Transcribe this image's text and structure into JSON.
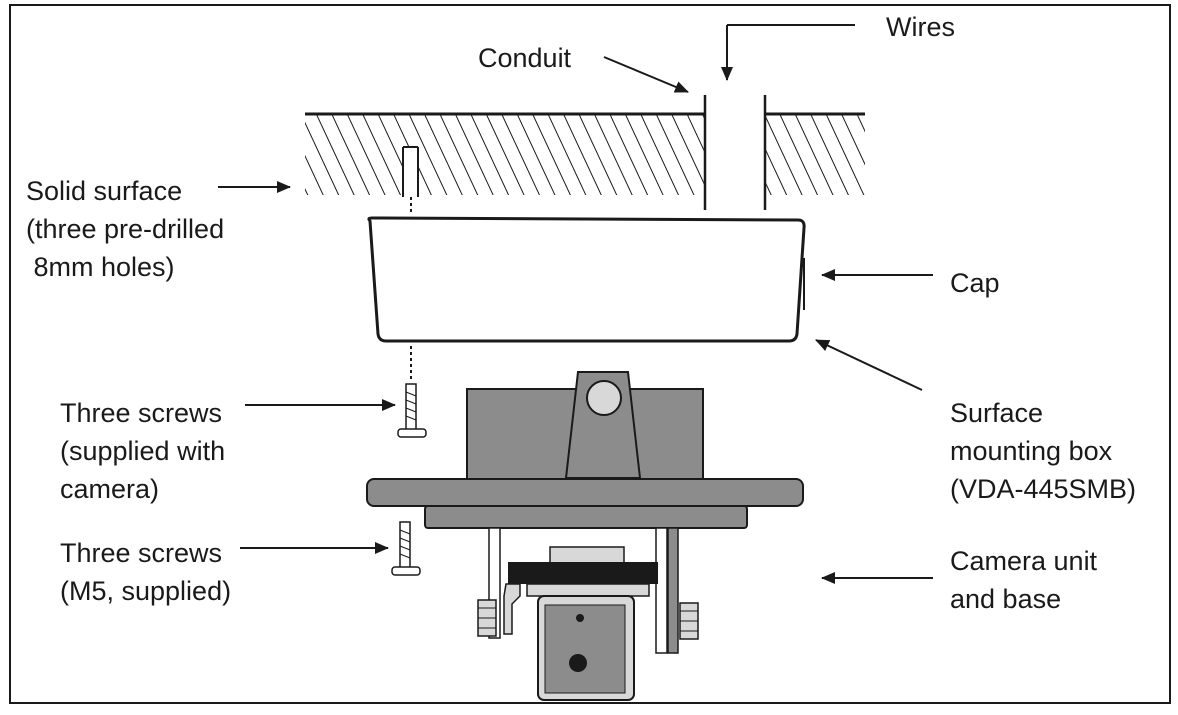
{
  "labels": {
    "wires": "Wires",
    "conduit": "Conduit",
    "solid_surface": [
      "Solid surface",
      "(three pre-drilled",
      " 8mm holes)"
    ],
    "cap": "Cap",
    "screws_top": [
      "Three screws",
      "(supplied with",
      "camera)"
    ],
    "surface_box": [
      "Surface",
      "mounting box",
      "(VDA-445SMB)"
    ],
    "screws_bottom": [
      "Three screws",
      "(M5, supplied)"
    ],
    "camera_unit": [
      "Camera unit",
      "and base"
    ]
  },
  "colors": {
    "line": "#1a1a1a",
    "bracket": "#8c8c8c",
    "bracket_dark": "#6f6f6f",
    "knob": "#d8d8d8"
  }
}
